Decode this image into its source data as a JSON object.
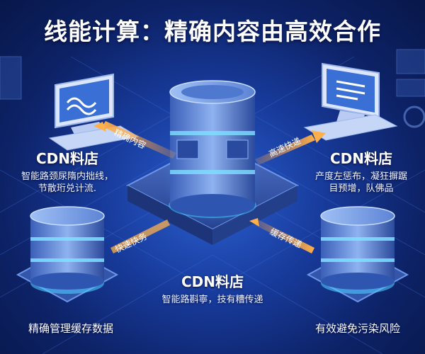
{
  "title": "线能计算：精确内容由高效合作",
  "left_node": {
    "title": "CDN料店",
    "desc_line1": "智能路颈尿隋内拙线，",
    "desc_line2": "节散珩兑计流."
  },
  "right_node": {
    "title": "CDN料店",
    "desc_line1": "产度左惩布，凝狂摒踞",
    "desc_line2": "目预增，队佛品"
  },
  "center_node": {
    "title": "CDN料店",
    "desc": "智能路斟寧，技有糟传递"
  },
  "bottom_left_caption": "精确管理缓存数据",
  "bottom_right_caption": "有效避免污染风险",
  "arrows": {
    "top_left": "精确内容",
    "top_right": "高速快递",
    "bottom_left": "快速快务",
    "bottom_right": "缓存传递"
  },
  "icons": {
    "left_monitor": "monitor-wave-icon",
    "right_monitor": "monitor-document-icon",
    "center_server": "database-server-icon",
    "left_server": "database-icon",
    "right_server": "database-icon"
  },
  "colors": {
    "background": "#173a9a",
    "accent_orange": "#f08a2a",
    "glow_blue": "#5fd3ff"
  }
}
